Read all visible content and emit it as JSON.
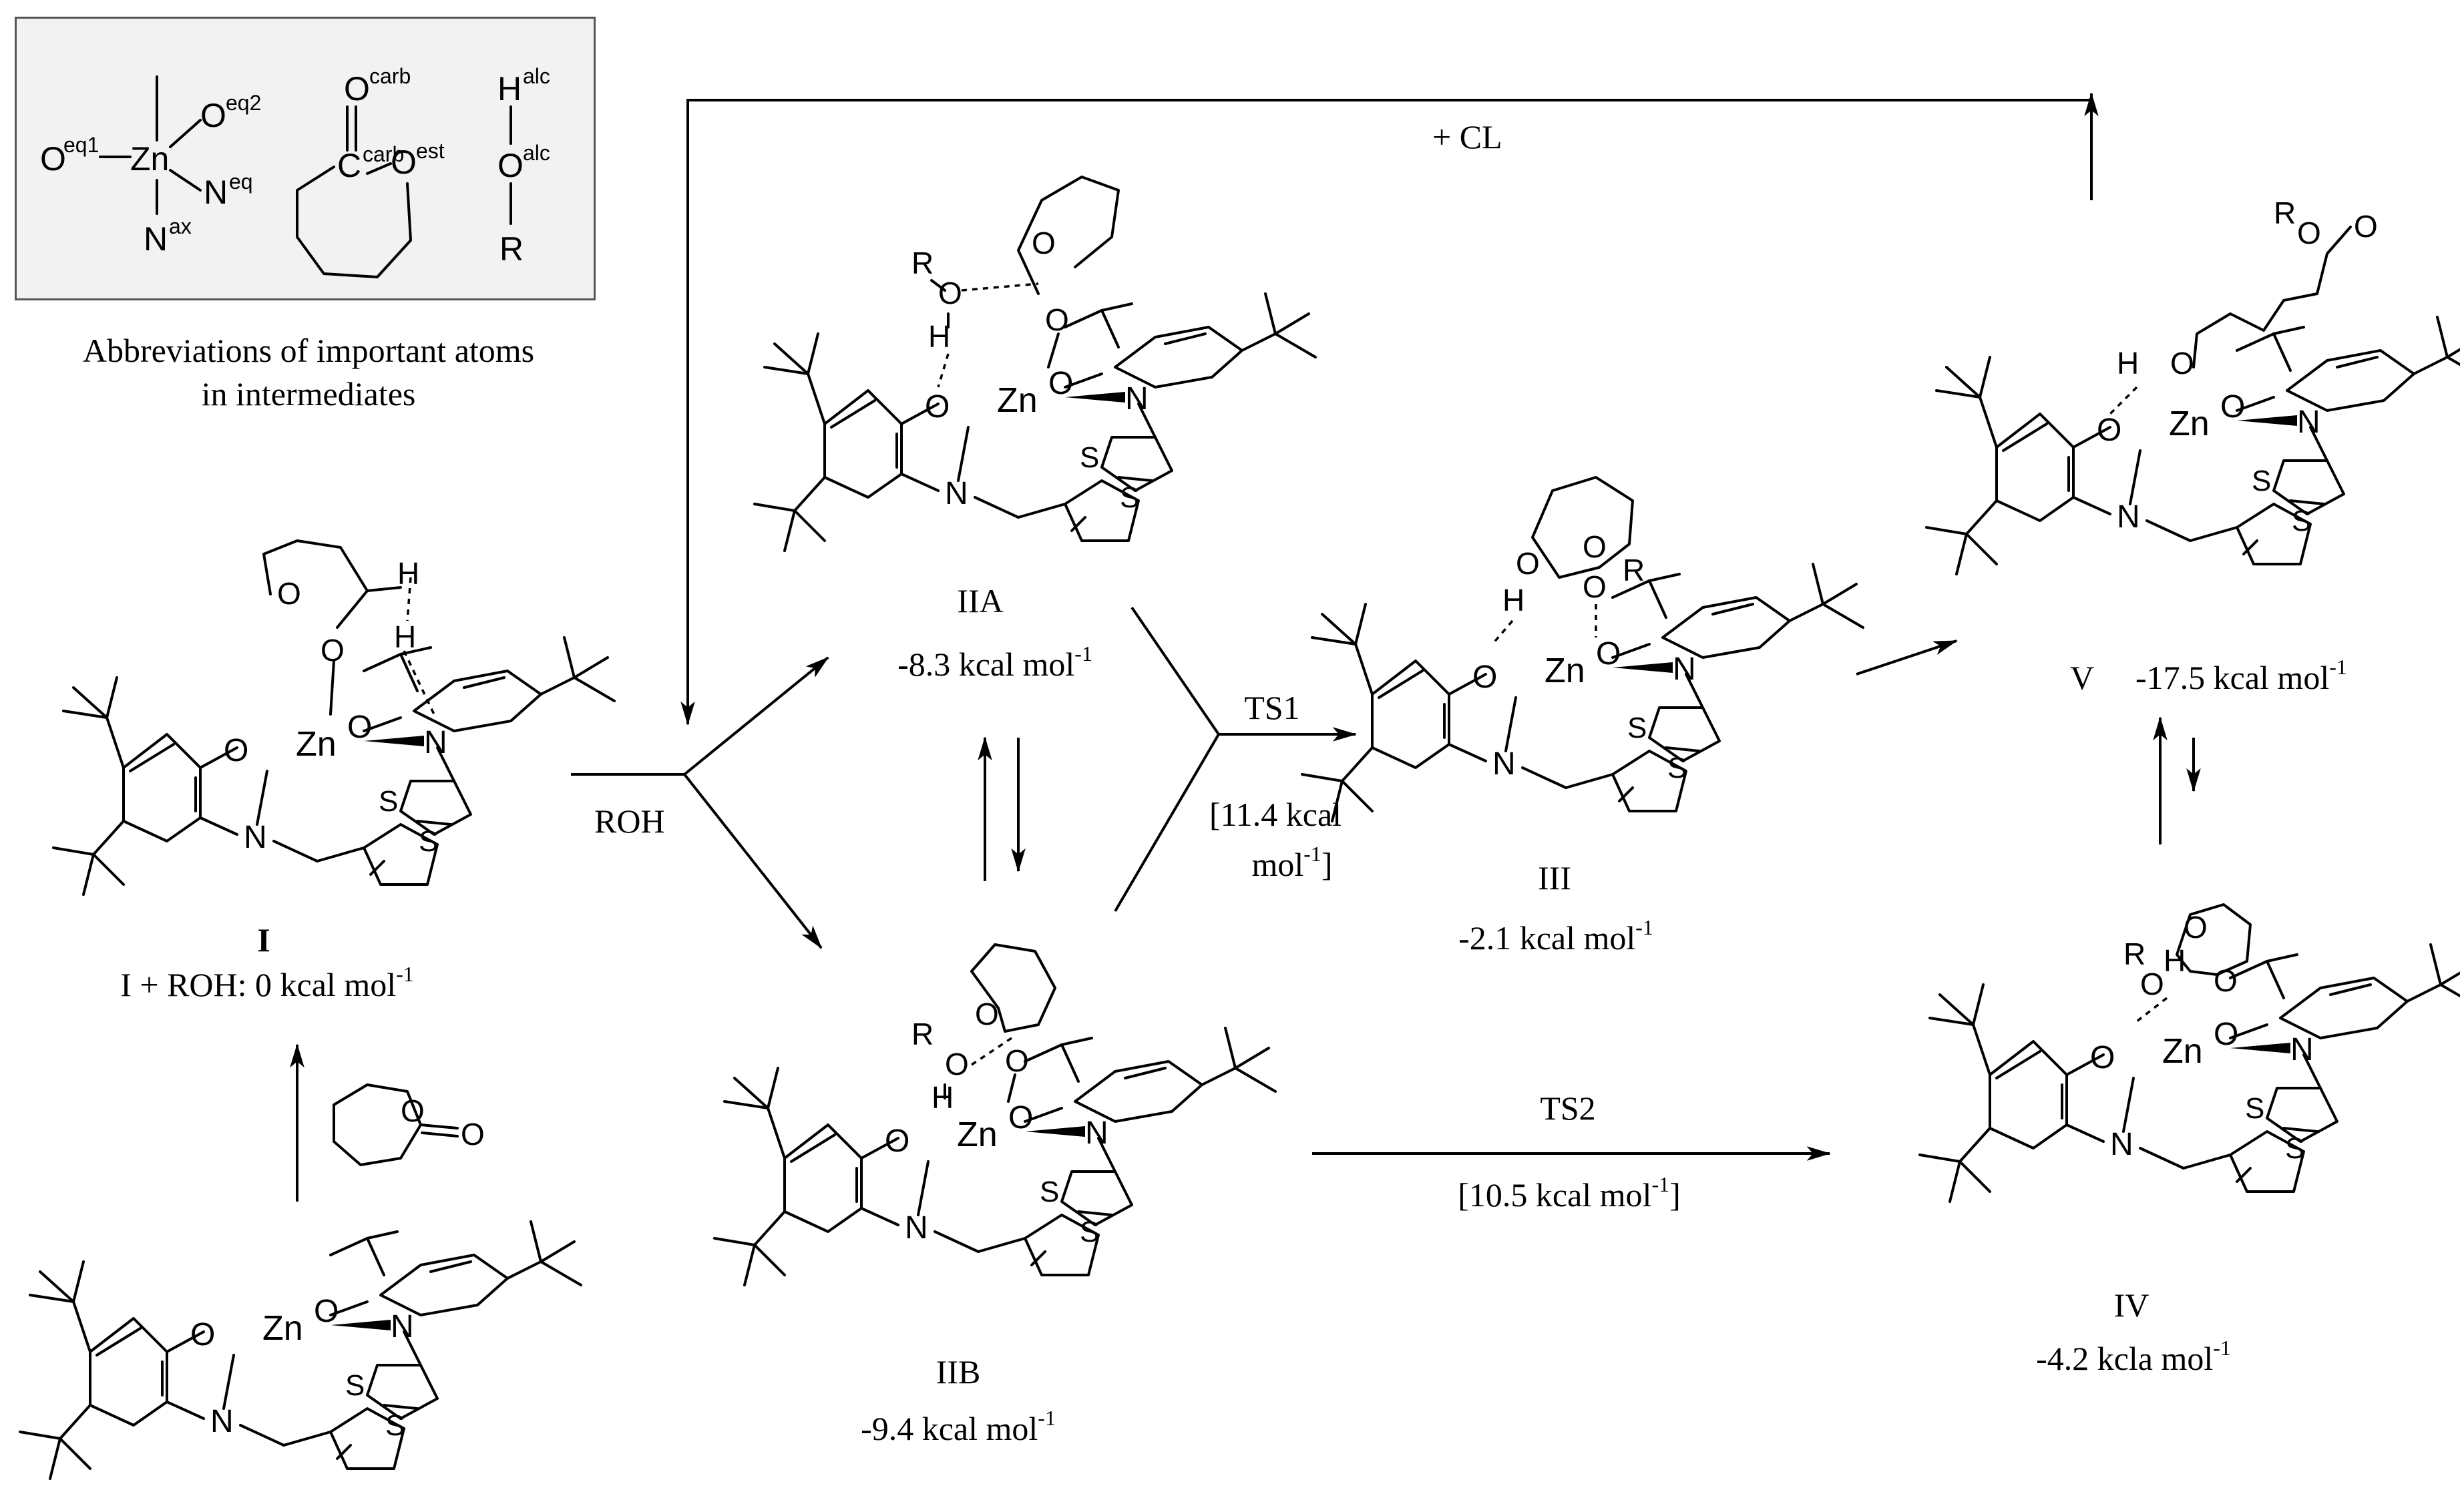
{
  "legend": {
    "caption_line1": "Abbreviations of important atoms",
    "caption_line2": "in intermediates",
    "atoms": {
      "zn": "Zn",
      "o": "O",
      "n": "N",
      "c": "C",
      "h": "H",
      "r": "R",
      "sup_eq1": "eq1",
      "sup_eq2": "eq2",
      "sup_eq": "eq",
      "sup_ax": "ax",
      "sup_carb": "carb",
      "sup_est": "est",
      "sup_alc": "alc"
    }
  },
  "labels": {
    "I_name": "I",
    "I_energy_a": "I + ROH: 0 kcal mol",
    "I_energy_sup": "-1",
    "IIA_name": "IIA",
    "IIA_energy_a": "-8.3 kcal mol",
    "IIA_energy_sup": "-1",
    "IIB_name": "IIB",
    "IIB_energy_a": "-9.4 kcal mol",
    "IIB_energy_sup": "-1",
    "III_name": "III",
    "III_energy_a": "-2.1 kcal mol",
    "III_energy_sup": "-1",
    "IV_name": "IV",
    "IV_energy_a": "-4.2 kcla mol",
    "IV_energy_sup": "-1",
    "V_name": "V",
    "V_energy_a": "-17.5 kcal mol",
    "V_energy_sup": "-1",
    "ROH": "ROH",
    "plus_CL": "+ CL",
    "TS1": "TS1",
    "TS1_barrier_line1": "[11.4 kcal",
    "TS1_barrier_line2a": "mol",
    "TS1_barrier_sup": "-1",
    "TS1_barrier_line2b": "]",
    "TS2": "TS2",
    "TS2_barrier_a": "[10.5 kcal mol",
    "TS2_barrier_sup": "-1",
    "TS2_barrier_b": "]"
  },
  "atoms": {
    "zn": "Zn",
    "o": "O",
    "n": "N",
    "s": "S",
    "h": "H",
    "r": "R"
  }
}
